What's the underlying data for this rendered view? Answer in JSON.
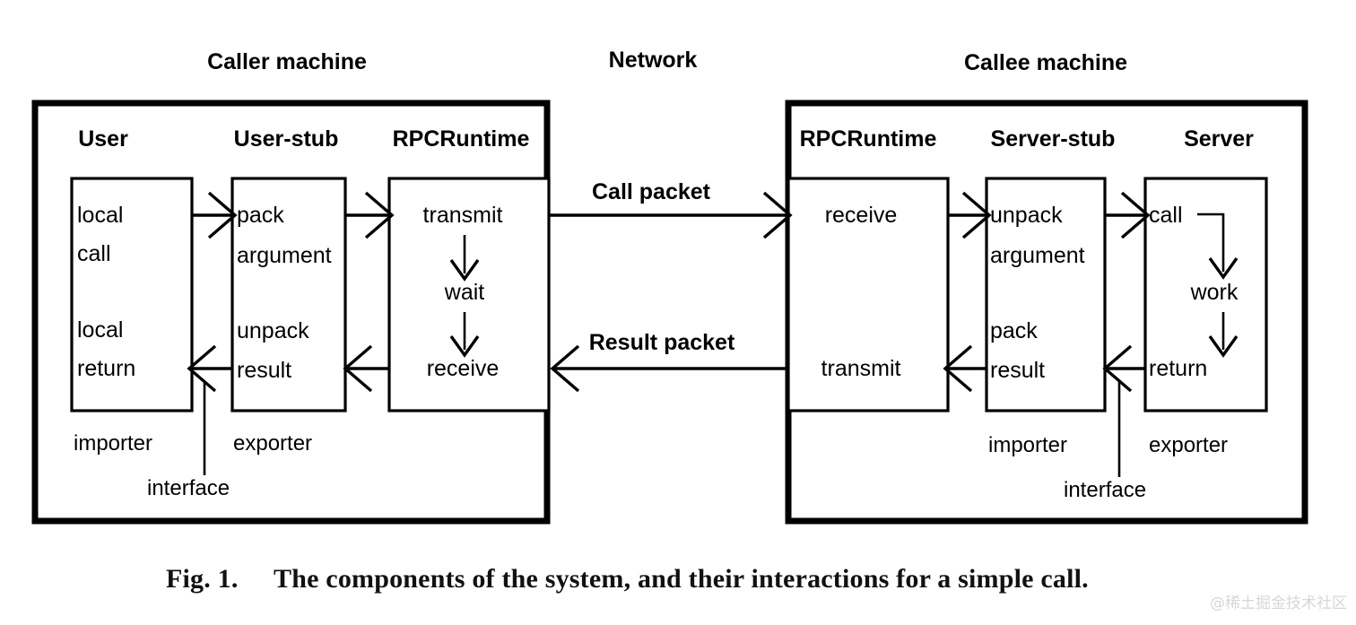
{
  "figure": {
    "machines": [
      {
        "id": "caller",
        "title": "Caller machine",
        "columns": [
          {
            "id": "user",
            "header": "User",
            "steps": [
              "local",
              "call",
              "local",
              "return"
            ],
            "role": "importer"
          },
          {
            "id": "user-stub",
            "header": "User-stub",
            "steps": [
              "pack",
              "argument",
              "unpack",
              "result"
            ],
            "role": "exporter"
          },
          {
            "id": "rpcruntime-caller",
            "header": "RPCRuntime",
            "steps": [
              "transmit",
              "wait",
              "receive"
            ],
            "role": ""
          }
        ],
        "interface_label": "interface"
      },
      {
        "id": "callee",
        "title": "Callee machine",
        "columns": [
          {
            "id": "rpcruntime-callee",
            "header": "RPCRuntime",
            "steps": [
              "receive",
              "transmit"
            ],
            "role": ""
          },
          {
            "id": "server-stub",
            "header": "Server-stub",
            "steps": [
              "unpack",
              "argument",
              "pack",
              "result"
            ],
            "role": "importer"
          },
          {
            "id": "server",
            "header": "Server",
            "steps": [
              "call",
              "work",
              "return"
            ],
            "role": "exporter"
          }
        ],
        "interface_label": "interface"
      }
    ],
    "network": {
      "title": "Network",
      "packets": [
        {
          "id": "call-packet",
          "label": "Call packet",
          "direction": "left-to-right"
        },
        {
          "id": "result-packet",
          "label": "Result packet",
          "direction": "right-to-left"
        }
      ]
    }
  },
  "caption": {
    "number": "Fig. 1.",
    "text": "The components of the system, and their interactions for a simple call."
  },
  "watermark": {
    "text": "@稀土掘金技术社区"
  },
  "colors": {
    "ink": "#000000",
    "page": "#ffffff",
    "watermark": "#d7d7d7"
  }
}
